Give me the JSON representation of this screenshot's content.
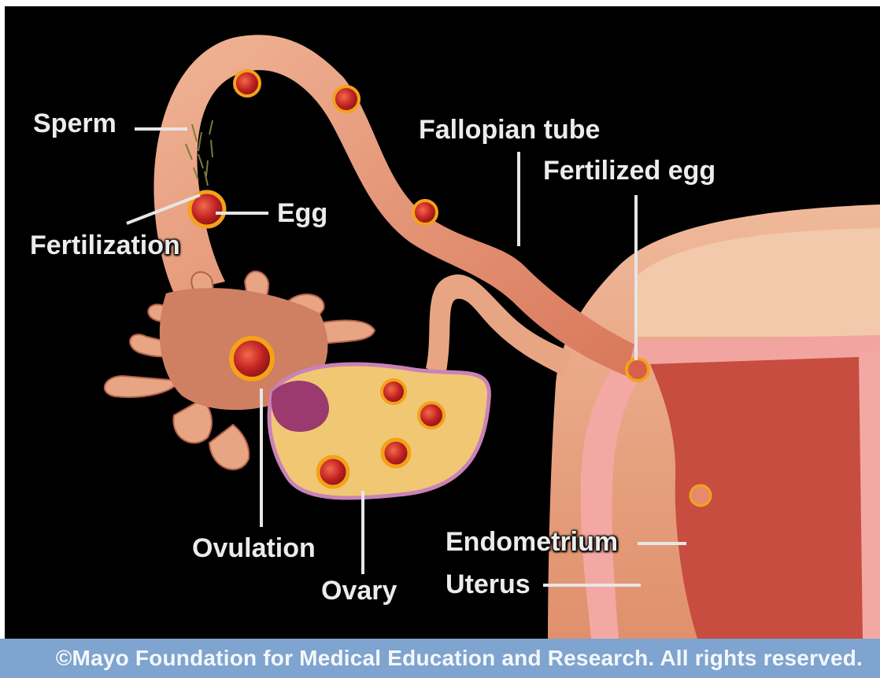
{
  "labels": {
    "sperm": "Sperm",
    "fertilization": "Fertilization",
    "egg": "Egg",
    "fallopian_tube": "Fallopian tube",
    "fertilized_egg": "Fertilized egg",
    "ovulation": "Ovulation",
    "ovary": "Ovary",
    "endometrium": "Endometrium",
    "uterus": "Uterus"
  },
  "footer": {
    "copyright": "©Mayo Foundation for Medical Education and Research.  All rights reserved."
  },
  "colors": {
    "background": "#000000",
    "tissue": "#e3936e",
    "tissue_light": "#f1c2a2",
    "uterine_cavity": "#c74d40",
    "ovary": "#f0c873",
    "egg": "#c22222",
    "egg_ring": "#f3a21a",
    "footer_band": "#7ea4cf",
    "label_text": "#ececec"
  }
}
